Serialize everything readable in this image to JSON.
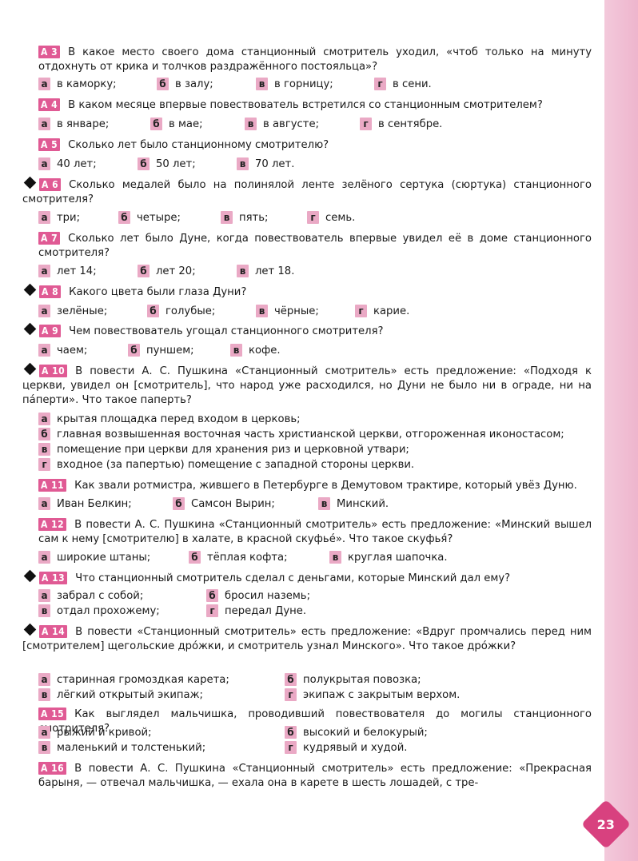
{
  "page_number": "23",
  "questions": {
    "a3": {
      "label": "А 3",
      "text": "В какое место своего дома станционный смотритель уходил, «чтоб только на минуту отдохнуть от крика и толчков раздражённого постояльца»?",
      "options": [
        {
          "m": "а",
          "t": "в каморку;"
        },
        {
          "m": "б",
          "t": "в залу;"
        },
        {
          "m": "в",
          "t": "в горницу;"
        },
        {
          "m": "г",
          "t": "в сени."
        }
      ]
    },
    "a4": {
      "label": "А 4",
      "text": "В каком месяце впервые повествователь встретился со станционным смотрителем?",
      "options": [
        {
          "m": "а",
          "t": "в январе;"
        },
        {
          "m": "б",
          "t": "в мае;"
        },
        {
          "m": "в",
          "t": "в августе;"
        },
        {
          "m": "г",
          "t": "в сентябре."
        }
      ]
    },
    "a5": {
      "label": "А 5",
      "text": "Сколько лет было станционному смотрителю?",
      "options": [
        {
          "m": "а",
          "t": "40 лет;"
        },
        {
          "m": "б",
          "t": "50 лет;"
        },
        {
          "m": "в",
          "t": "70 лет."
        }
      ]
    },
    "a6": {
      "label": "А 6",
      "text": "Сколько медалей было на полинялой ленте зелёного сертука (сюртука) станционного смотрителя?",
      "options": [
        {
          "m": "а",
          "t": "три;"
        },
        {
          "m": "б",
          "t": "четыре;"
        },
        {
          "m": "в",
          "t": "пять;"
        },
        {
          "m": "г",
          "t": "семь."
        }
      ]
    },
    "a7": {
      "label": "А 7",
      "text": "Сколько лет было Дуне, когда повествователь впервые увидел её в доме станционного смотрителя?",
      "options": [
        {
          "m": "а",
          "t": "лет 14;"
        },
        {
          "m": "б",
          "t": "лет 20;"
        },
        {
          "m": "в",
          "t": "лет 18."
        }
      ]
    },
    "a8": {
      "label": "А 8",
      "text": "Какого цвета были глаза Дуни?",
      "options": [
        {
          "m": "а",
          "t": "зелёные;"
        },
        {
          "m": "б",
          "t": "голубые;"
        },
        {
          "m": "в",
          "t": "чёрные;"
        },
        {
          "m": "г",
          "t": "карие."
        }
      ]
    },
    "a9": {
      "label": "А 9",
      "text": "Чем повествователь угощал станционного смотрителя?",
      "options": [
        {
          "m": "а",
          "t": "чаем;"
        },
        {
          "m": "б",
          "t": "пуншем;"
        },
        {
          "m": "в",
          "t": "кофе."
        }
      ]
    },
    "a10": {
      "label": "А 10",
      "text": "В повести А. С. Пушкина «Станционный смотритель» есть предложение: «Подходя к церкви, увидел он [смотритель], что народ уже расходился, но Дуни не было ни в ограде, ни на па́перти». Что такое паперть?",
      "options": [
        {
          "m": "а",
          "t": "крытая площадка перед входом в церковь;"
        },
        {
          "m": "б",
          "t": "главная возвышенная восточная часть христианской церкви, отгороженная иконостасом;"
        },
        {
          "m": "в",
          "t": "помещение при церкви для хранения риз и церковной утвари;"
        },
        {
          "m": "г",
          "t": "входное (за папертью) помещение с западной стороны церкви."
        }
      ]
    },
    "a11": {
      "label": "А 11",
      "text": "Как звали ротмистра, жившего в Петербурге в Демутовом трактире, который увёз Дуню.",
      "options": [
        {
          "m": "а",
          "t": "Иван Белкин;"
        },
        {
          "m": "б",
          "t": "Самсон Вырин;"
        },
        {
          "m": "в",
          "t": "Минский."
        }
      ]
    },
    "a12": {
      "label": "А 12",
      "text": "В повести А. С. Пушкина «Станционный смотритель» есть предложение: «Минский вышел сам к нему [смотрителю] в халате, в красной скуфье́». Что такое скуфья́?",
      "options": [
        {
          "m": "а",
          "t": "широкие штаны;"
        },
        {
          "m": "б",
          "t": "тёплая кофта;"
        },
        {
          "m": "в",
          "t": "круглая шапочка."
        }
      ]
    },
    "a13": {
      "label": "А 13",
      "text": "Что станционный смотритель сделал с деньгами, которые Минский дал ему?",
      "options": [
        {
          "m": "а",
          "t": "забрал с собой;"
        },
        {
          "m": "б",
          "t": "бросил наземь;"
        },
        {
          "m": "в",
          "t": "отдал прохожему;"
        },
        {
          "m": "г",
          "t": "передал Дуне."
        }
      ]
    },
    "a14": {
      "label": "А 14",
      "text": "В повести «Станционный смотритель» есть предложение: «Вдруг промчались перед ним [смотрителем] щегольские дро́жки, и смотритель узнал Минского». Что такое дро́жки?",
      "options": [
        {
          "m": "а",
          "t": "старинная громоздкая карета;"
        },
        {
          "m": "б",
          "t": "полукрытая повозка;"
        },
        {
          "m": "в",
          "t": "лёгкий открытый экипаж;"
        },
        {
          "m": "г",
          "t": "экипаж с закрытым верхом."
        }
      ]
    },
    "a15": {
      "label": "А 15",
      "text": "Как выглядел мальчишка, проводивший повествователя до могилы станционного смотрителя?",
      "options": [
        {
          "m": "а",
          "t": "рыжий и кривой;"
        },
        {
          "m": "б",
          "t": "высокий и белокурый;"
        },
        {
          "m": "в",
          "t": "маленький и толстенький;"
        },
        {
          "m": "г",
          "t": "кудрявый и худой."
        }
      ]
    },
    "a16": {
      "label": "А 16",
      "text": "В повести А. С. Пушкина «Станционный смотритель» есть предложение: «Прекрасная барыня, — отвечал мальчишка, — ехала она в карете в шесть лошадей, с тре-"
    }
  }
}
